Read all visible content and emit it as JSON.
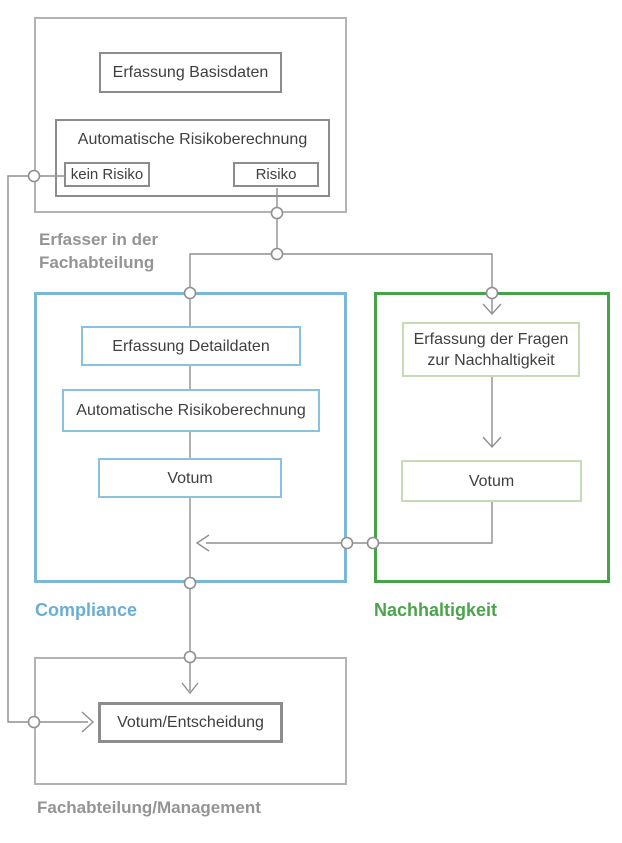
{
  "colors": {
    "blue_frame": "#7db7d8",
    "blue_node": "#8cc0dc",
    "blue_label": "#69aed6",
    "green_frame": "#47a347",
    "green_node": "#c8dcb4",
    "green_label": "#4ba34b",
    "gray_frame": "#b3b3b3",
    "gray_node": "#8c8c8c",
    "wire": "#8f8f8f",
    "text": "#3f3f3f",
    "gray_label": "#949494"
  },
  "sections": {
    "erfasser": {
      "label": "Erfasser in der Fachabteilung",
      "basisdaten": "Erfassung Basisdaten",
      "risikoberechnung": "Automatische Risikoberechnung",
      "kein_risiko": "kein Risiko",
      "risiko": "Risiko"
    },
    "compliance": {
      "label": "Compliance",
      "detaildaten": "Erfassung Detaildaten",
      "risikoberechnung": "Automatische Risikoberechnung",
      "votum": "Votum"
    },
    "nachhaltigkeit": {
      "label": "Nachhaltigkeit",
      "fragen": "Erfassung der Fragen zur Nachhaltigkeit",
      "votum": "Votum"
    },
    "management": {
      "label": "Fachabteilung/Management",
      "votum_entscheidung": "Votum/Entscheidung"
    }
  }
}
